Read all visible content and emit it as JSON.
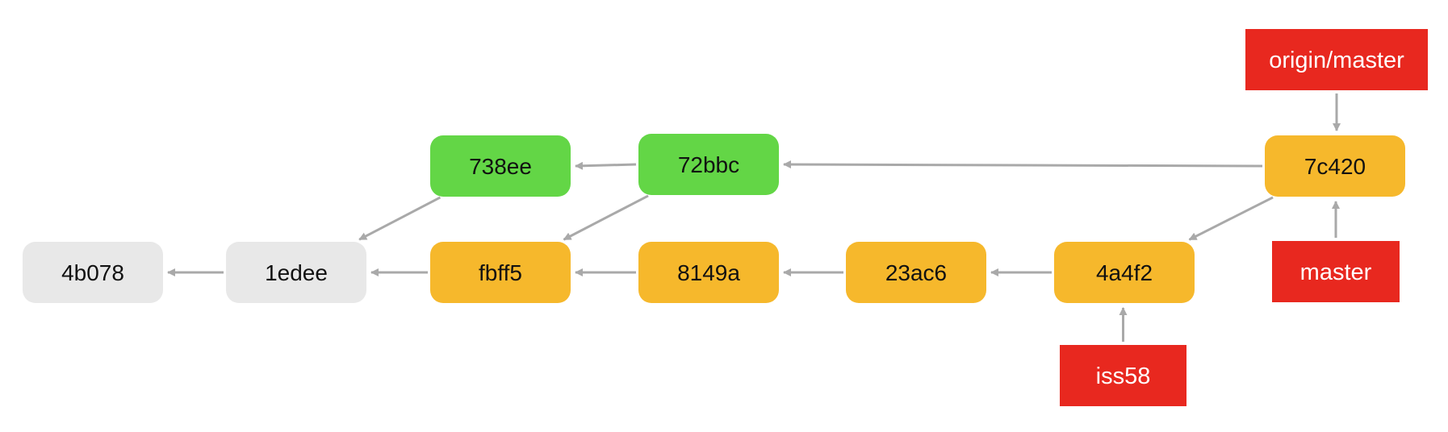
{
  "colors": {
    "gray_commit": "#e8e8e8",
    "green_commit": "#63d646",
    "orange_commit": "#f6b82c",
    "ref_label": "#e8281f",
    "arrow": "#a9a9a9",
    "commit_text": "#111111",
    "ref_text": "#ffffff"
  },
  "commits": [
    {
      "id": "c-4b078",
      "label": "4b078",
      "color": "gray_commit"
    },
    {
      "id": "c-1edee",
      "label": "1edee",
      "color": "gray_commit"
    },
    {
      "id": "c-fbff5",
      "label": "fbff5",
      "color": "orange_commit"
    },
    {
      "id": "c-8149a",
      "label": "8149a",
      "color": "orange_commit"
    },
    {
      "id": "c-23ac6",
      "label": "23ac6",
      "color": "orange_commit"
    },
    {
      "id": "c-4a4f2",
      "label": "4a4f2",
      "color": "orange_commit"
    },
    {
      "id": "c-738ee",
      "label": "738ee",
      "color": "green_commit"
    },
    {
      "id": "c-72bbc",
      "label": "72bbc",
      "color": "green_commit"
    },
    {
      "id": "c-7c420",
      "label": "7c420",
      "color": "orange_commit"
    }
  ],
  "refs": [
    {
      "id": "r-origin-master",
      "label": "origin/master",
      "points_to": "c-7c420"
    },
    {
      "id": "r-master",
      "label": "master",
      "points_to": "c-7c420"
    },
    {
      "id": "r-iss58",
      "label": "iss58",
      "points_to": "c-4a4f2"
    }
  ],
  "parent_links": [
    {
      "from": "c-1edee",
      "to": "c-4b078"
    },
    {
      "from": "c-fbff5",
      "to": "c-1edee"
    },
    {
      "from": "c-738ee",
      "to": "c-1edee"
    },
    {
      "from": "c-72bbc",
      "to": "c-738ee"
    },
    {
      "from": "c-72bbc",
      "to": "c-fbff5"
    },
    {
      "from": "c-8149a",
      "to": "c-fbff5"
    },
    {
      "from": "c-23ac6",
      "to": "c-8149a"
    },
    {
      "from": "c-4a4f2",
      "to": "c-23ac6"
    },
    {
      "from": "c-7c420",
      "to": "c-72bbc"
    },
    {
      "from": "c-7c420",
      "to": "c-4a4f2"
    }
  ]
}
